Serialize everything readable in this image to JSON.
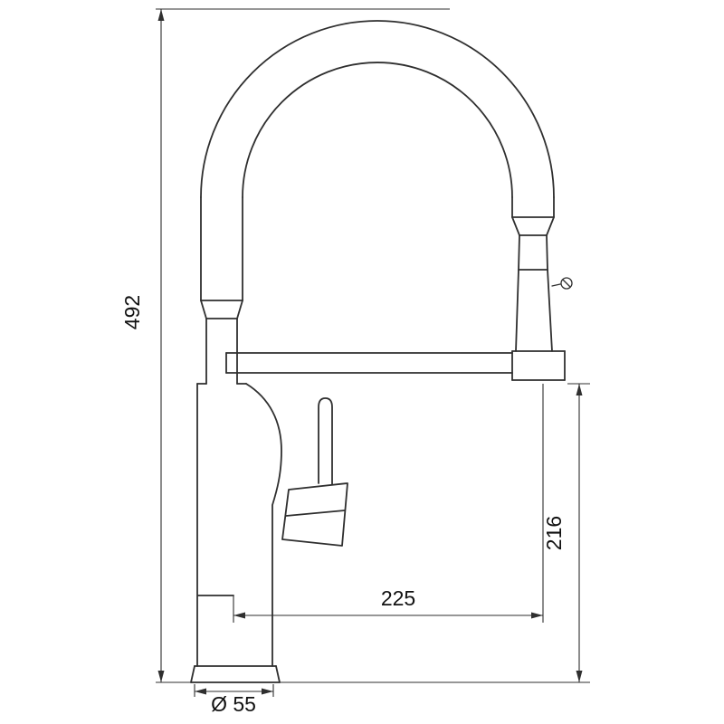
{
  "drawing": {
    "subject": "pull-down kitchen faucet technical drawing",
    "colors": {
      "line": "#2f2f2f",
      "dimension_line": "#2f2f2f",
      "text": "#111111",
      "background": "#ffffff"
    },
    "labels": {
      "overall_height": "492",
      "sprayer_height": "216",
      "spout_reach": "225",
      "base_diameter": "Ø 55"
    }
  }
}
